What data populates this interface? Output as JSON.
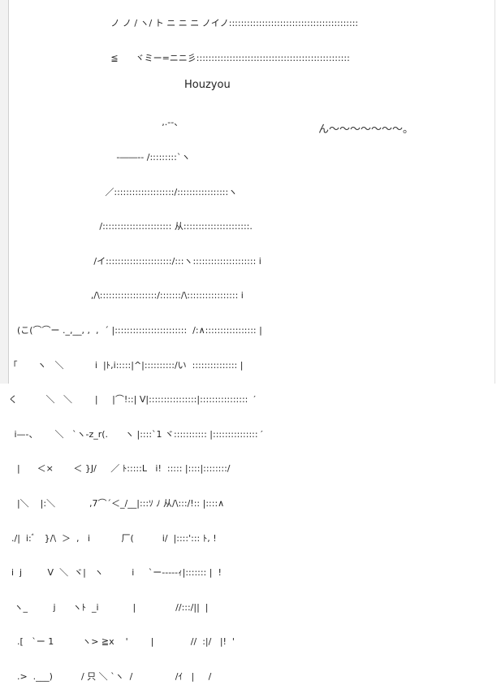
{
  "top_fragment": [
    "                                       ノ ノ / ヽ/ ト ニ ニ ニ ノイノ:::::::::::::::::::::::::::::::::::::::::::",
    "                                       ≦      ヾミー=ニニ彡:::::::::::::::::::::::::::::::::::::::::::::::::::"
  ],
  "caption": "Houzyou",
  "speech": "ん〜〜〜〜〜〜〜。",
  "ascii_art": [
    "                                                         ,.--、",
    "                                         -――-- /:::::::::`ヽ",
    "                                     ／::::::::::::::::::::/:::::::::::::::::ヽ",
    "                                   /::::::::::::::::::::::: 从::::::::::::::::::::::.",
    "                                 /イ::::::::::::::::::::::/:::ヽ::::::::::::::::::::: i",
    "                                ,/\\:::::::::::::::::::/:::::::/\\::::::::::::::::: i",
    "      (こ(⌒⌒ー ._,__, ,  ,  ´ |::::::::::::::::::::::::  /:∧::::::::::::::::: |",
    "   「       ヽ   ＼           i  |ﾄ,i:::::|^|::::::::::/い  ::::::::::::::: |",
    "   く          ＼   ＼        |     |⌒!::| V|::::::::::::::::|::::::::::::::::  ′",
    "     i—-、      ＼   `ヽ-z_r(.      ヽ |::::`1 ヾ::::::::::: |::::::::::::::: ′",
    "      |      ＜×       ＜ }J/     ／ ﾄ:::::L   i!  ::::: |::::|::::::::/",
    "      |＼    |:＼            ,7⌒´＜_/__|:::ｿ ﾉ 从/\\:::/!:: |::::∧",
    "    ./|  i:ﾞ   }/\\  ＞  ,   i           厂(          i/  |::::'::: ﾄ, !",
    "    i  j         V  ＼  ヾ|   ヽ          i     `ー-----ｨ|::::::: |  !",
    "     ヽ_         j      ヽﾄ  _i            |              //:::/||  |",
    "      .[   `ー 1          ヽ> ≧x    '        |             //  :|/   |!  '",
    "      .>  .___)          / 只 ＼ `ヽ  /               /ｲ   |     /"
  ]
}
